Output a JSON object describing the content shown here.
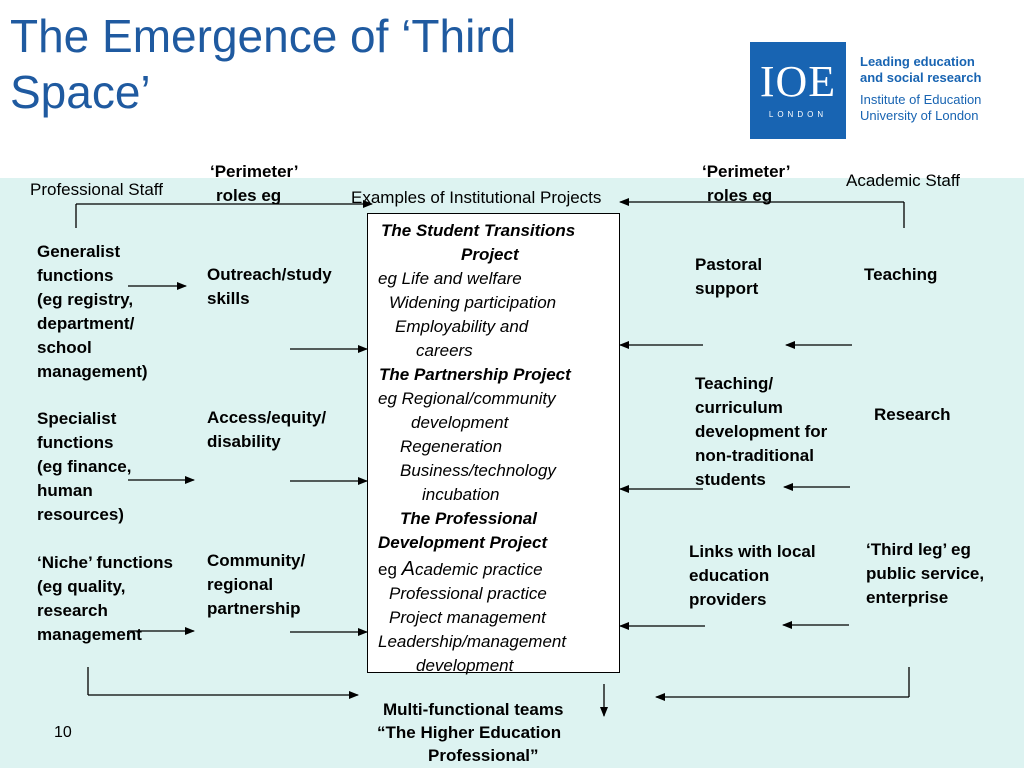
{
  "title_line1": "The Emergence of ‘Third",
  "title_line2": "Space’",
  "logo": {
    "mark": "IOE",
    "city": "LONDON",
    "tagline1": "Leading education",
    "tagline2": "and social research",
    "inst1": "Institute of Education",
    "inst2": "University of London"
  },
  "headers": {
    "professional_staff": "Professional Staff",
    "perimeter_left_1": "‘Perimeter’",
    "perimeter_left_2": "roles eg",
    "examples": "Examples of Institutional Projects",
    "perimeter_right_1": "‘Perimeter’",
    "perimeter_right_2": "roles eg",
    "academic_staff": "Academic Staff"
  },
  "left_col": [
    "Generalist",
    "functions",
    "(eg registry,",
    "department/",
    "school",
    "management)",
    "Specialist",
    "functions",
    "(eg finance,",
    "human",
    "resources)",
    "‘Niche’ functions",
    "(eg quality,",
    "research",
    "management"
  ],
  "mid_left": [
    "Outreach/study",
    "skills",
    "Access/equity/",
    "disability",
    "Community/",
    "regional",
    "partnership"
  ],
  "box": {
    "p1_title_1": "The Student Transitions",
    "p1_title_2": "Project",
    "p1_l1": "eg  Life and welfare",
    "p1_l2": "Widening participation",
    "p1_l3": "Employability and",
    "p1_l4": "careers",
    "p2_title": "The Partnership Project",
    "p2_l1": "eg Regional/community",
    "p2_l2": "development",
    "p2_l3": "Regeneration",
    "p2_l4": "Business/technology",
    "p2_l5": "incubation",
    "p3_title_1": "The Professional",
    "p3_title_2": "Development Project",
    "p3_eg": "eg ",
    "p3_l1_cap": "A",
    "p3_l1": "cademic practice",
    "p3_l2": "Professional practice",
    "p3_l3": "Project management",
    "p3_l4": "Leadership/management",
    "p3_l5": "development"
  },
  "mid_right": [
    "Pastoral",
    "support",
    "Teaching/",
    "curriculum",
    "development for",
    "non-traditional",
    "students",
    "Links with local",
    "education",
    "providers"
  ],
  "right_col": [
    "Teaching",
    "Research",
    "‘Third leg’ eg",
    "public service,",
    "enterprise"
  ],
  "bottom": [
    "Multi-functional teams",
    "“The Higher Education",
    "Professional”"
  ],
  "page_number": "10",
  "colors": {
    "title": "#1f5aa0",
    "band": "#ddf3f1",
    "logo": "#1864b2"
  }
}
